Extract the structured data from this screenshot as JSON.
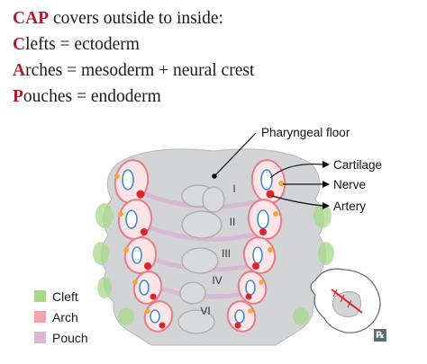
{
  "mnemonic": {
    "title_highlight": "CAP",
    "title_rest": " covers outside to inside:",
    "lines": [
      {
        "letter": "C",
        "rest": "lefts = ectoderm"
      },
      {
        "letter": "A",
        "rest": "rches = mesoderm + neural crest"
      },
      {
        "letter": "P",
        "rest": "ouches = endoderm"
      }
    ]
  },
  "labels": {
    "floor": "Pharyngeal floor",
    "cartilage": "Cartilage",
    "nerve": "Nerve",
    "artery": "Artery"
  },
  "arches": [
    "I",
    "II",
    "III",
    "IV",
    "VI"
  ],
  "legend": [
    {
      "label": "Cleft",
      "color": "#a8d98a"
    },
    {
      "label": "Arch",
      "color": "#f4a0ad"
    },
    {
      "label": "Pouch",
      "color": "#d9b6d3"
    }
  ],
  "logo_text": "℞",
  "colors": {
    "highlight": "#b01c2e",
    "tissue": "#d3d4d6",
    "arch_fill": "#fbe3e6",
    "arch_stroke": "#e57d8c",
    "cleft": "#a8d98a",
    "pouch": "#d9b6d3",
    "cartilage": "#3f8ed1",
    "nerve": "#f4a53b",
    "artery": "#d9262d"
  }
}
